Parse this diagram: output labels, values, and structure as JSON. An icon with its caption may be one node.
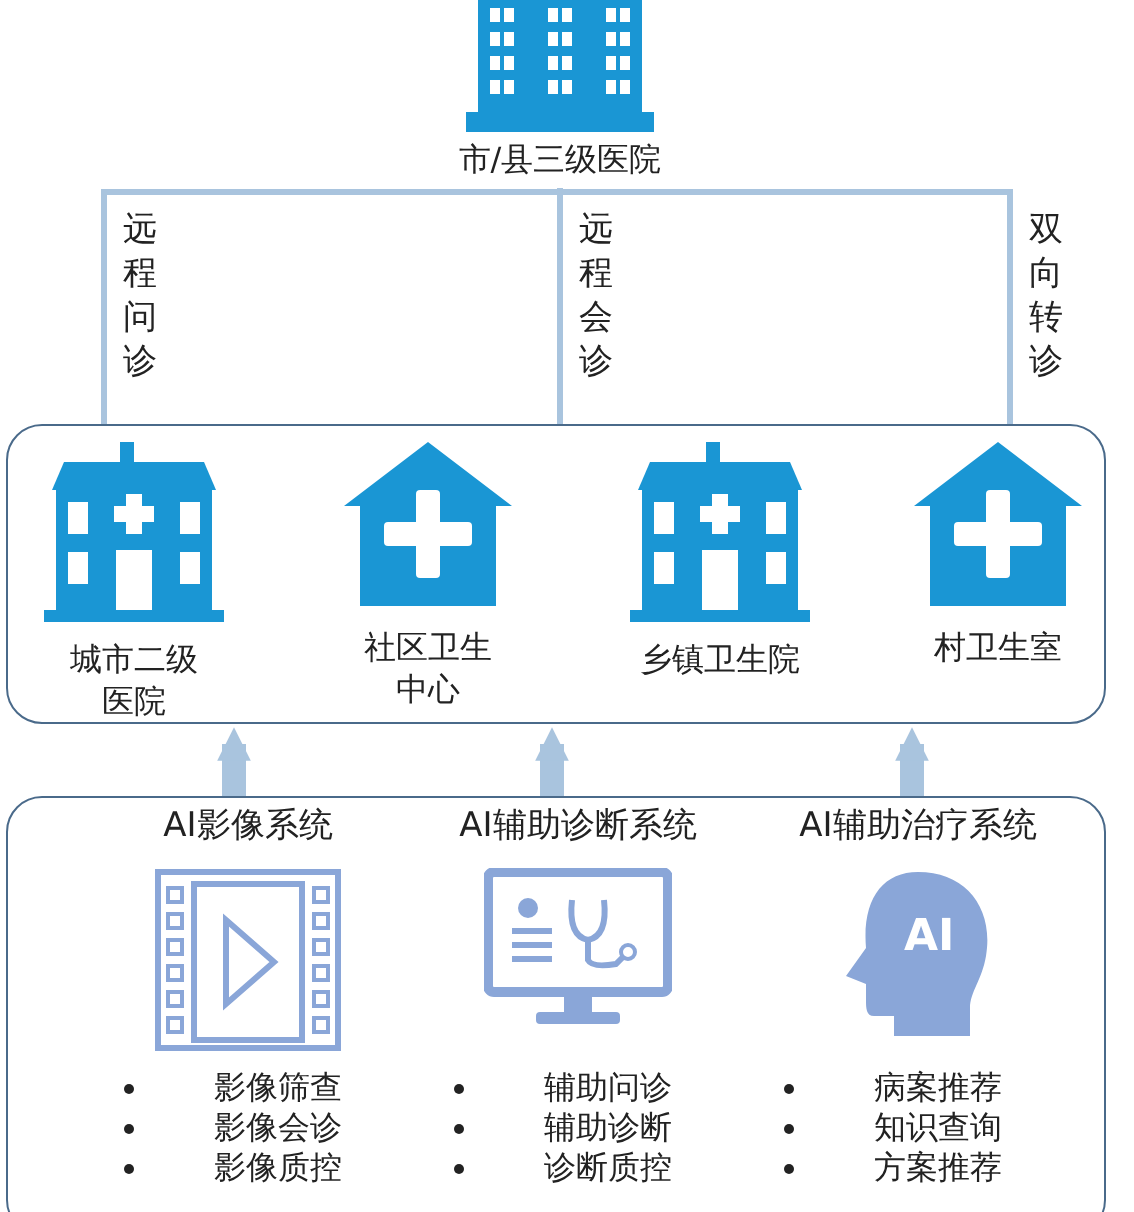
{
  "diagram": {
    "nodes": [
      {
        "text": [
          "市/县三级医院"
        ]
      },
      {
        "text": [],
        "shape": "box"
      },
      {
        "text": [
          "城市二级医院"
        ],
        "in": 1
      },
      {
        "text": [
          "社区卫生中心"
        ],
        "in": 1
      },
      {
        "text": [
          "乡镇卫生院"
        ],
        "in": 1
      },
      {
        "text": [
          "村卫生室"
        ],
        "in": 1
      },
      {
        "text": [],
        "shape": "box"
      },
      {
        "text": [
          "AI影像系统",
          "影像筛查",
          "影像会诊",
          "影像质控"
        ],
        "in": 6
      },
      {
        "text": [
          "AI辅助诊断系统",
          "辅助问诊",
          "辅助诊断",
          "诊断质控"
        ],
        "in": 6
      },
      {
        "text": [
          "AI辅助治疗系统",
          "病案推荐",
          "知识查询",
          "方案推荐"
        ],
        "in": 6
      }
    ],
    "edges": [
      {
        "from": 0,
        "to": 1,
        "arrow": "none",
        "label": "远程问诊"
      },
      {
        "from": 0,
        "to": 1,
        "arrow": "none",
        "label": "远程会诊"
      },
      {
        "from": 0,
        "to": 1,
        "arrow": "none",
        "label": "双向转诊"
      },
      {
        "from": 6,
        "to": 1,
        "arrow": "to",
        "style": "thick"
      },
      {
        "from": 6,
        "to": 1,
        "arrow": "to",
        "style": "thick"
      },
      {
        "from": 6,
        "to": 1,
        "arrow": "to",
        "style": "thick"
      }
    ],
    "labels": [
      "AI"
    ]
  }
}
